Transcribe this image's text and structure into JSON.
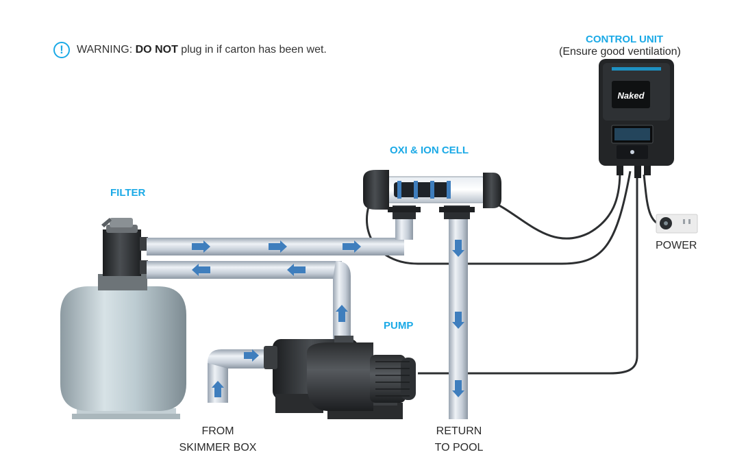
{
  "warning": {
    "icon": "exclamation-circle-icon",
    "prefix": "WARNING: ",
    "emphasis": "DO NOT",
    "suffix": " plug in if carton has been wet."
  },
  "labels": {
    "control_unit_title": "CONTROL UNIT",
    "control_unit_note": "(Ensure good ventilation)",
    "cell": "OXI & ION CELL",
    "filter": "FILTER",
    "pump": "PUMP",
    "power": "POWER",
    "from_line1": "FROM",
    "from_line2": "SKIMMER BOX",
    "return_line1": "RETURN",
    "return_line2": "TO POOL"
  },
  "device": {
    "brand": "Naked"
  },
  "colors": {
    "accent": "#1aa9e6",
    "text": "#2a2a2a",
    "pipe": "#c9d2de",
    "equipment": "#2b2e31",
    "flow_arrow": "#3f7ebd"
  }
}
